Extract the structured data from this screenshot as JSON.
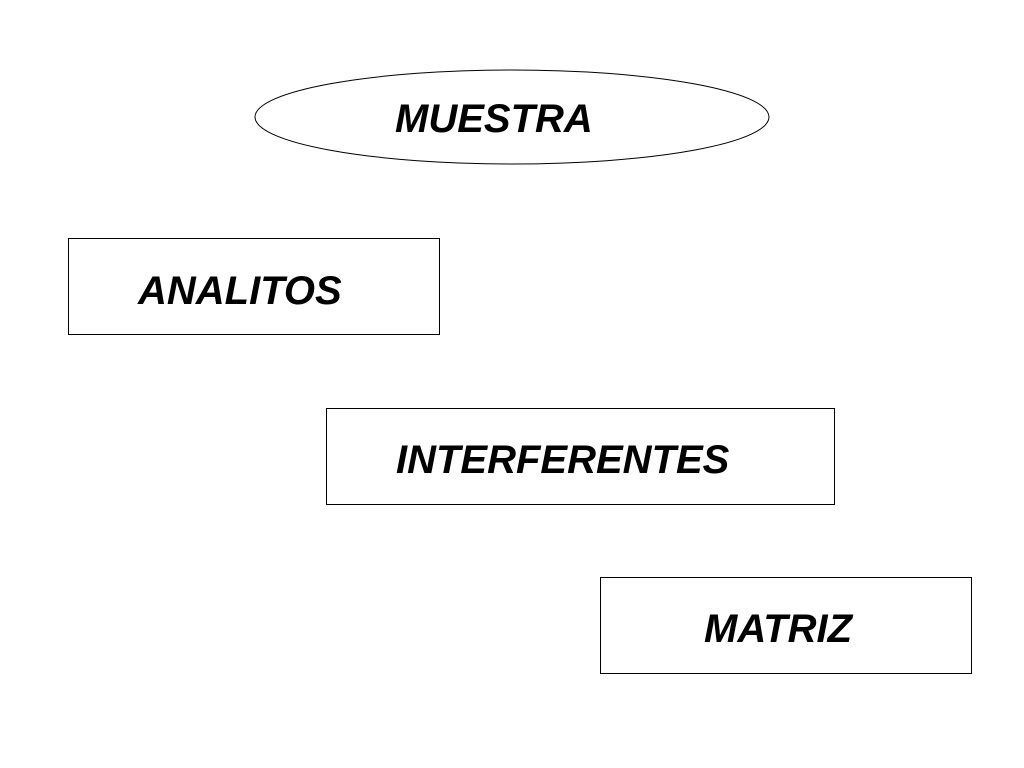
{
  "diagram": {
    "nodes": [
      {
        "id": "muestra",
        "shape": "ellipse",
        "label": "MUESTRA"
      },
      {
        "id": "analitos",
        "shape": "rectangle",
        "label": "ANALITOS"
      },
      {
        "id": "interferentes",
        "shape": "rectangle",
        "label": "INTERFERENTES"
      },
      {
        "id": "matriz",
        "shape": "rectangle",
        "label": "MATRIZ"
      }
    ],
    "colors": {
      "background": "#ffffff",
      "stroke": "#000000",
      "text": "#000000"
    }
  }
}
